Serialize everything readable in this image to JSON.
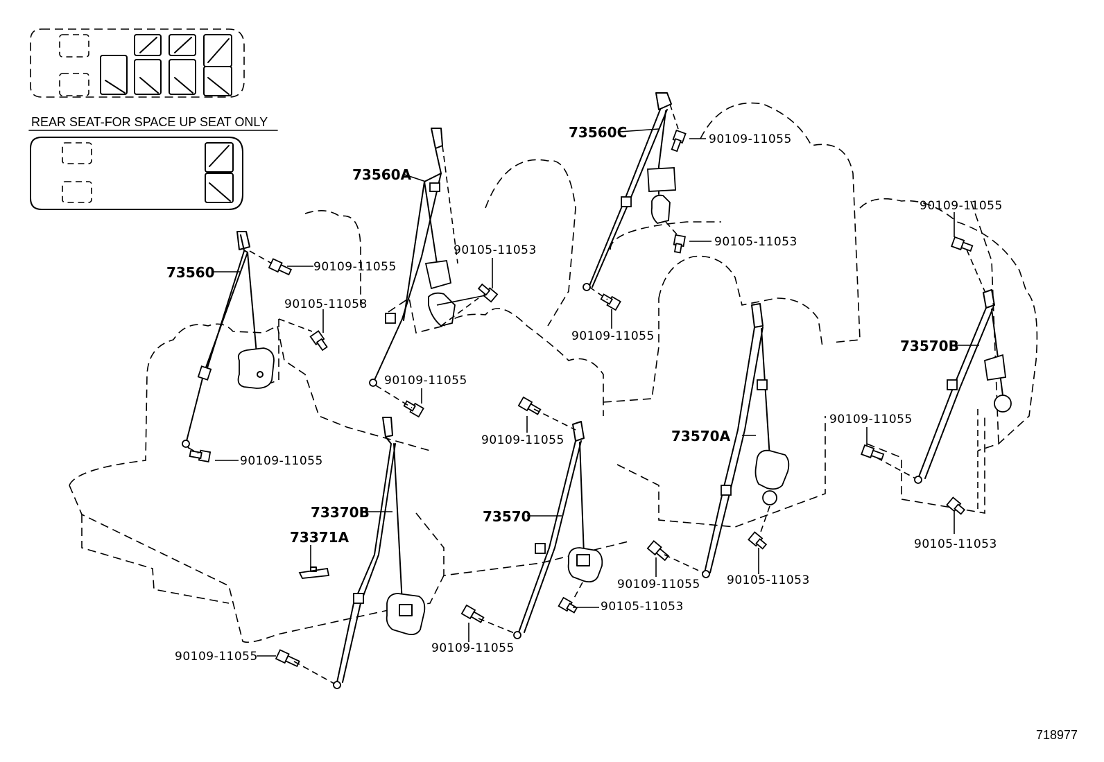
{
  "section_label": "REAR SEAT-FOR SPACE UP SEAT ONLY",
  "figure_number": "718977",
  "parts": {
    "p73560": "73560",
    "p73560A": "73560A",
    "p73560C": "73560C",
    "p73570": "73570",
    "p73570A": "73570A",
    "p73570B": "73570B",
    "p73370B": "73370B",
    "p73371A": "73371A"
  },
  "bolts": {
    "b01": "90109-11055",
    "b02": "90105-11058",
    "b03": "90109-11055",
    "b04": "90105-11053",
    "b05": "90109-11055",
    "b06": "90109-11055",
    "b07": "90105-11053",
    "b08": "90109-11055",
    "b09": "90109-11055",
    "b10": "90109-11055",
    "b11": "90109-11055",
    "b12": "90109-11055",
    "b13": "90105-11053",
    "b14": "90109-11055",
    "b15": "90105-11053",
    "b16": "90109-11055",
    "b17": "90105-11053"
  }
}
